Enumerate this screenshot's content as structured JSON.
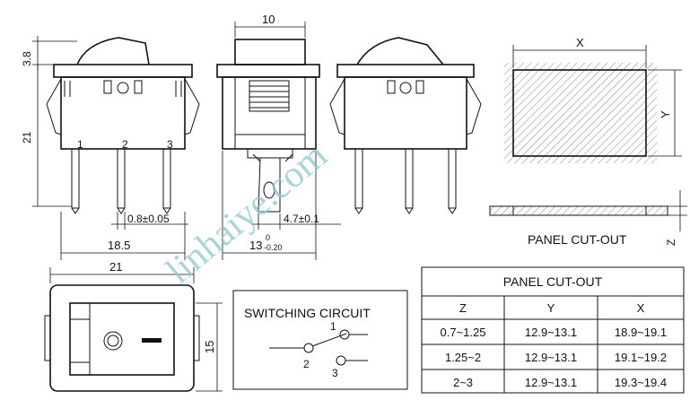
{
  "dims": {
    "d_10": "10",
    "d_3_8": "3.8",
    "d_21_side": "21",
    "d_18_5": "18.5",
    "d_0_8": "0.8±0.05",
    "d_4_7": "4.7±0.1",
    "d_13": "13",
    "d_13_tol_up": "0",
    "d_13_tol_dn": "-0.20",
    "d_21_bottom": "21",
    "d_15": "15",
    "x": "X",
    "y": "Y",
    "z": "Z"
  },
  "pins": [
    "1",
    "2",
    "3"
  ],
  "panel_label": "PANEL CUT-OUT",
  "circuit": {
    "title": "SWITCHING CIRCUIT",
    "terminals": [
      "1",
      "2",
      "3"
    ]
  },
  "watermark": "linhaiye.com",
  "table": {
    "title": "PANEL CUT-OUT",
    "headers": [
      "Z",
      "Y",
      "X"
    ],
    "rows": [
      [
        "0.7~1.25",
        "12.9~13.1",
        "18.9~19.1"
      ],
      [
        "1.25~2",
        "12.9~13.1",
        "19.1~19.2"
      ],
      [
        "2~3",
        "12.9~13.1",
        "19.3~19.4"
      ]
    ]
  }
}
